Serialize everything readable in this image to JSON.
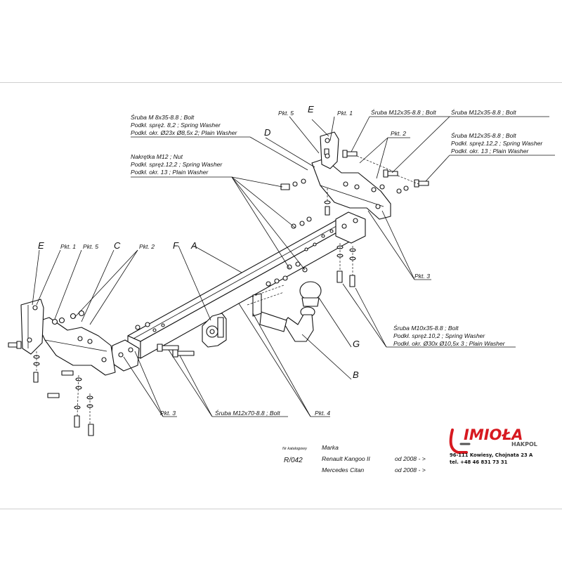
{
  "labels": {
    "bolt_m8": "Śruba M 8x35-8.8 ;  Bolt",
    "washer_82": "Podkł. spręż. 8,2 ; Spring Washer",
    "plain_23": "Podkł. okr. Ø23x Ø8,5x 2; Plain Washer",
    "nut_m12": "Nakrętka  M12 ; Nut",
    "washer_122_a": "Podkł. spręż.12,2 ; Spring Washer",
    "plain_13_a": "Podkł. okr. 13 ; Plain Washer",
    "bolt_m12x35_a": "Śruba M12x35-8.8 ;  Bolt",
    "bolt_m12x35_b": "Śruba M12x35-8.8 ;  Bolt",
    "bolt_m12x35_c": "Śruba M12x35-8.8 ;  Bolt",
    "washer_122_b": "Podkł. spręż.12,2 ; Spring Washer",
    "plain_13_b": "Podkł. okr. 13 ; Plain Washer",
    "bolt_m10": "Śruba M10x35-8.8 ;  Bolt",
    "washer_102": "Podkł. spręż.10,2 ; Spring Washer",
    "plain_30": "Podkł. okr. Ø30x Ø10,5x 3 ; Plain Washer",
    "bolt_m12x70": "Śruba M12x70-8.8 ;  Bolt"
  },
  "pkt": {
    "p1": "Pkt. 1",
    "p2": "Pkt. 2",
    "p3": "Pkt. 3",
    "p4": "Pkt. 4",
    "p5": "Pkt. 5"
  },
  "letters": {
    "a": "A",
    "b": "B",
    "c": "C",
    "d": "D",
    "e": "E",
    "f": "F",
    "g": "G"
  },
  "catalog": {
    "nr_header": "Nr katalogowy",
    "marka_header": "Marka",
    "code": "R/042",
    "rows": [
      {
        "model": "Renault Kangoo II",
        "year": "od  2008 - >"
      },
      {
        "model": "Mercedes Citan",
        "year": "od  2008 - >"
      }
    ]
  },
  "brand": {
    "name": "IMIOŁA",
    "sub": "HAKPOL",
    "address": "96-111 Kowiesy, Chojnata 23 A",
    "phone": "tel. +48 46 831 73 31",
    "red": "#d71920"
  }
}
